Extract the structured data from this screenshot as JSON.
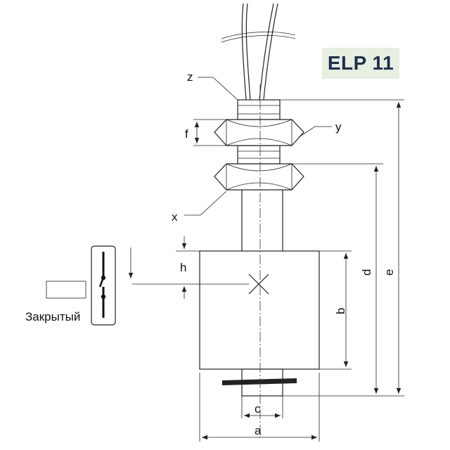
{
  "title": "ELP 11",
  "state_label": "Закрытый",
  "dimension_labels": {
    "a": "a",
    "b": "b",
    "c": "c",
    "d": "d",
    "e": "e",
    "f": "f",
    "h": "h",
    "x": "x",
    "y": "y",
    "z": "z"
  },
  "colors": {
    "badge_background": "#e6efe0",
    "badge_text": "#1f2f4e",
    "line": "#222222"
  }
}
